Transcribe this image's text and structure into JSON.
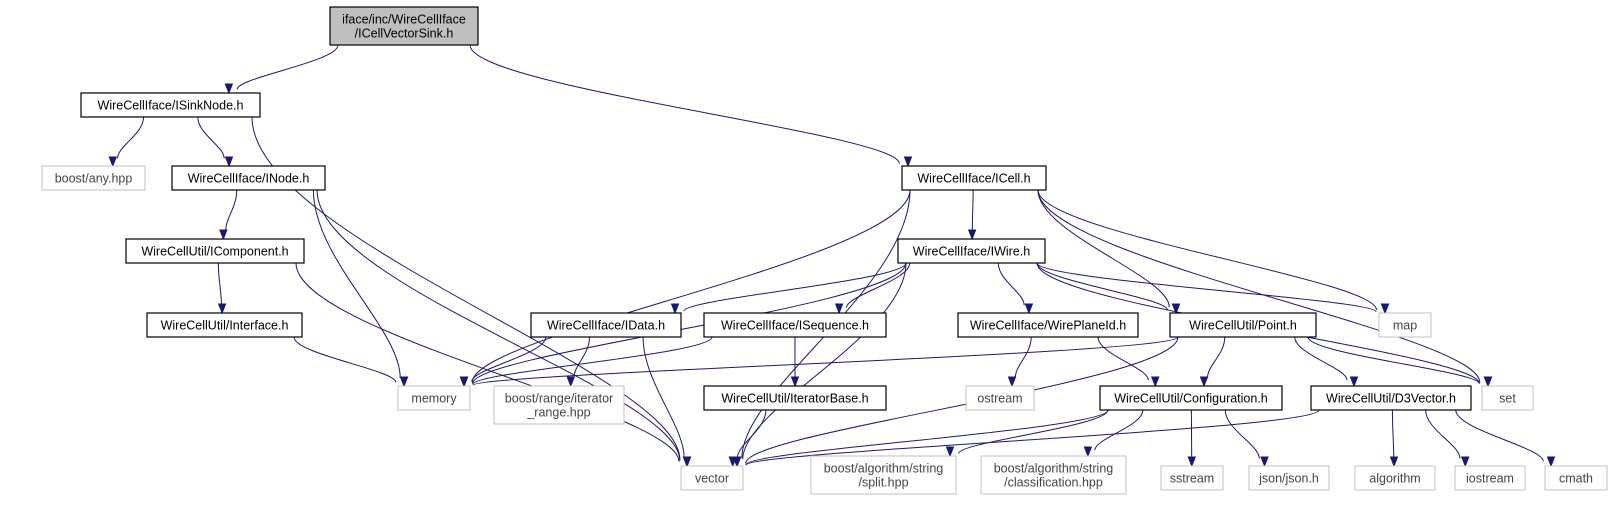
{
  "nodes": {
    "root": {
      "lines": [
        "iface/inc/WireCellIface",
        "/ICellVectorSink.h"
      ],
      "kind": "focus"
    },
    "isinknode": {
      "lines": [
        "WireCellIface/ISinkNode.h"
      ],
      "kind": "internal"
    },
    "boostany": {
      "lines": [
        "boost/any.hpp"
      ],
      "kind": "external"
    },
    "inode": {
      "lines": [
        "WireCellIface/INode.h"
      ],
      "kind": "internal"
    },
    "icell": {
      "lines": [
        "WireCellIface/ICell.h"
      ],
      "kind": "internal"
    },
    "icomponent": {
      "lines": [
        "WireCellUtil/IComponent.h"
      ],
      "kind": "internal"
    },
    "iwire": {
      "lines": [
        "WireCellIface/IWire.h"
      ],
      "kind": "internal"
    },
    "interface": {
      "lines": [
        "WireCellUtil/Interface.h"
      ],
      "kind": "internal"
    },
    "idata": {
      "lines": [
        "WireCellIface/IData.h"
      ],
      "kind": "internal"
    },
    "isequence": {
      "lines": [
        "WireCellIface/ISequence.h"
      ],
      "kind": "internal"
    },
    "wireplaneid": {
      "lines": [
        "WireCellIface/WirePlaneId.h"
      ],
      "kind": "internal"
    },
    "point": {
      "lines": [
        "WireCellUtil/Point.h"
      ],
      "kind": "internal"
    },
    "map": {
      "lines": [
        "map"
      ],
      "kind": "external"
    },
    "memory": {
      "lines": [
        "memory"
      ],
      "kind": "external"
    },
    "iteratorrange": {
      "lines": [
        "boost/range/iterator",
        "_range.hpp"
      ],
      "kind": "external"
    },
    "iteratorbase": {
      "lines": [
        "WireCellUtil/IteratorBase.h"
      ],
      "kind": "internal"
    },
    "ostream": {
      "lines": [
        "ostream"
      ],
      "kind": "external"
    },
    "configuration": {
      "lines": [
        "WireCellUtil/Configuration.h"
      ],
      "kind": "internal"
    },
    "d3vector": {
      "lines": [
        "WireCellUtil/D3Vector.h"
      ],
      "kind": "internal"
    },
    "set": {
      "lines": [
        "set"
      ],
      "kind": "external"
    },
    "vector": {
      "lines": [
        "vector"
      ],
      "kind": "external"
    },
    "split": {
      "lines": [
        "boost/algorithm/string",
        "/split.hpp"
      ],
      "kind": "external"
    },
    "classification": {
      "lines": [
        "boost/algorithm/string",
        "/classification.hpp"
      ],
      "kind": "external"
    },
    "sstream": {
      "lines": [
        "sstream"
      ],
      "kind": "external"
    },
    "json": {
      "lines": [
        "json/json.h"
      ],
      "kind": "external"
    },
    "algorithm": {
      "lines": [
        "algorithm"
      ],
      "kind": "external"
    },
    "iostream": {
      "lines": [
        "iostream"
      ],
      "kind": "external"
    },
    "cmath": {
      "lines": [
        "cmath"
      ],
      "kind": "external"
    }
  },
  "edges": [
    [
      "root",
      "isinknode"
    ],
    [
      "root",
      "icell"
    ],
    [
      "isinknode",
      "boostany"
    ],
    [
      "isinknode",
      "inode"
    ],
    [
      "isinknode",
      "vector"
    ],
    [
      "inode",
      "icomponent"
    ],
    [
      "inode",
      "memory"
    ],
    [
      "inode",
      "vector"
    ],
    [
      "icomponent",
      "interface"
    ],
    [
      "icomponent",
      "vector"
    ],
    [
      "interface",
      "memory"
    ],
    [
      "icell",
      "iwire"
    ],
    [
      "icell",
      "point"
    ],
    [
      "icell",
      "map"
    ],
    [
      "icell",
      "set"
    ],
    [
      "icell",
      "memory"
    ],
    [
      "icell",
      "vector"
    ],
    [
      "iwire",
      "idata"
    ],
    [
      "iwire",
      "isequence"
    ],
    [
      "iwire",
      "wireplaneid"
    ],
    [
      "iwire",
      "point"
    ],
    [
      "iwire",
      "map"
    ],
    [
      "iwire",
      "set"
    ],
    [
      "iwire",
      "memory"
    ],
    [
      "iwire",
      "vector"
    ],
    [
      "idata",
      "memory"
    ],
    [
      "idata",
      "iteratorrange"
    ],
    [
      "idata",
      "vector"
    ],
    [
      "isequence",
      "memory"
    ],
    [
      "isequence",
      "iteratorbase"
    ],
    [
      "iteratorbase",
      "vector"
    ],
    [
      "wireplaneid",
      "ostream"
    ],
    [
      "wireplaneid",
      "configuration"
    ],
    [
      "point",
      "configuration"
    ],
    [
      "point",
      "d3vector"
    ],
    [
      "point",
      "set"
    ],
    [
      "point",
      "memory"
    ],
    [
      "point",
      "vector"
    ],
    [
      "configuration",
      "vector"
    ],
    [
      "configuration",
      "split"
    ],
    [
      "configuration",
      "classification"
    ],
    [
      "configuration",
      "sstream"
    ],
    [
      "configuration",
      "json"
    ],
    [
      "d3vector",
      "vector"
    ],
    [
      "d3vector",
      "algorithm"
    ],
    [
      "d3vector",
      "iostream"
    ],
    [
      "d3vector",
      "cmath"
    ]
  ]
}
